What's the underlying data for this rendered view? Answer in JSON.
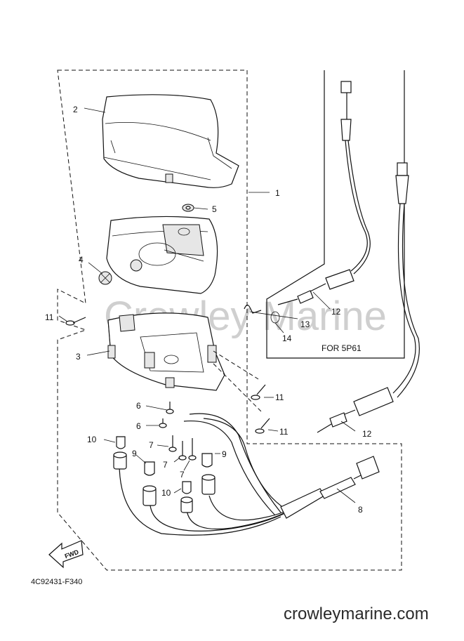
{
  "callouts": {
    "c1": "1",
    "c2": "2",
    "c3": "3",
    "c4": "4",
    "c5": "5",
    "c6a": "6",
    "c6b": "6",
    "c7a": "7",
    "c7b": "7",
    "c7c": "7",
    "c8": "8",
    "c9a": "9",
    "c9b": "9",
    "c10a": "10",
    "c10b": "10",
    "c11a": "11",
    "c11b": "11",
    "c11c": "11",
    "c12a": "12",
    "c12b": "12",
    "c13": "13",
    "c14": "14"
  },
  "inset_label": "FOR 5P61",
  "diagram_code": "4C92431-F340",
  "watermark": "Crowley Marine",
  "website": "crowleymarine.com",
  "fwd_label": "FWD",
  "colors": {
    "line": "#111111",
    "watermark": "#cfcfcf",
    "background": "#ffffff"
  }
}
